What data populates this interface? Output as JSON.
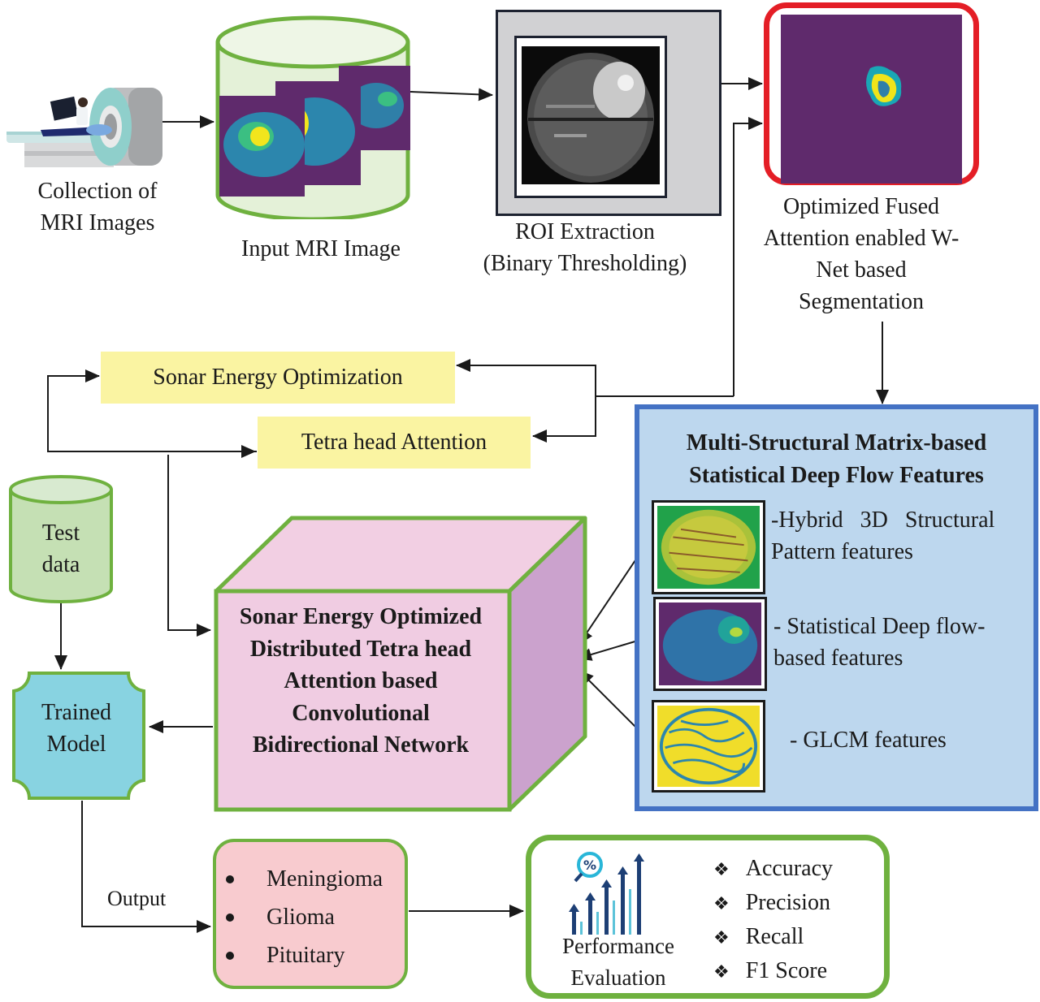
{
  "diagram": {
    "collection": {
      "label_line1": "Collection of",
      "label_line2": "MRI Images",
      "icon": "mri-scanner-icon"
    },
    "input": {
      "label": "Input MRI Image"
    },
    "roi": {
      "label_line1": "ROI Extraction",
      "label_line2": "(Binary Thresholding)"
    },
    "segmentation": {
      "label_lines": [
        "Optimized Fused",
        "Attention enabled W-",
        "Net based",
        "Segmentation"
      ]
    },
    "sonar": {
      "label": "Sonar Energy Optimization"
    },
    "tetra": {
      "label": "Tetra head Attention"
    },
    "features": {
      "title_line1": "Multi-Structural Matrix-based",
      "title_line2": "Statistical Deep Flow Features",
      "items": [
        {
          "line1": "-Hybrid   3D   Structural",
          "line2": "Pattern features"
        },
        {
          "line1": "- Statistical Deep flow-",
          "line2": "based features"
        },
        {
          "line1": "- GLCM features",
          "line2": ""
        }
      ]
    },
    "test_data": {
      "line1": "Test",
      "line2": "data"
    },
    "trained_model": {
      "line1": "Trained",
      "line2": "Model"
    },
    "network": {
      "lines": [
        "Sonar Energy Optimized",
        "Distributed Tetra head",
        "Attention based",
        "Convolutional",
        "Bidirectional Network"
      ]
    },
    "output": {
      "label": "Output",
      "classes": [
        "Meningioma",
        "Glioma",
        "Pituitary"
      ]
    },
    "performance": {
      "label_line1": "Performance",
      "label_line2": "Evaluation",
      "icon": "percent-chart-icon",
      "metrics": [
        "Accuracy",
        "Precision",
        "Recall",
        "F1 Score"
      ]
    }
  },
  "colors": {
    "green_border": "#6fb13f",
    "red_border": "#e41e26",
    "blue_border": "#4472c4",
    "panel_blue": "#bdd7ee",
    "yellow_box": "#faf4a2",
    "pink_box": "#f8cbcf",
    "cube_front": "#f2cfe3",
    "cube_side": "#cba2cd",
    "trained_teal": "#88d3e1",
    "mri_purple": "#5f2a6c"
  }
}
